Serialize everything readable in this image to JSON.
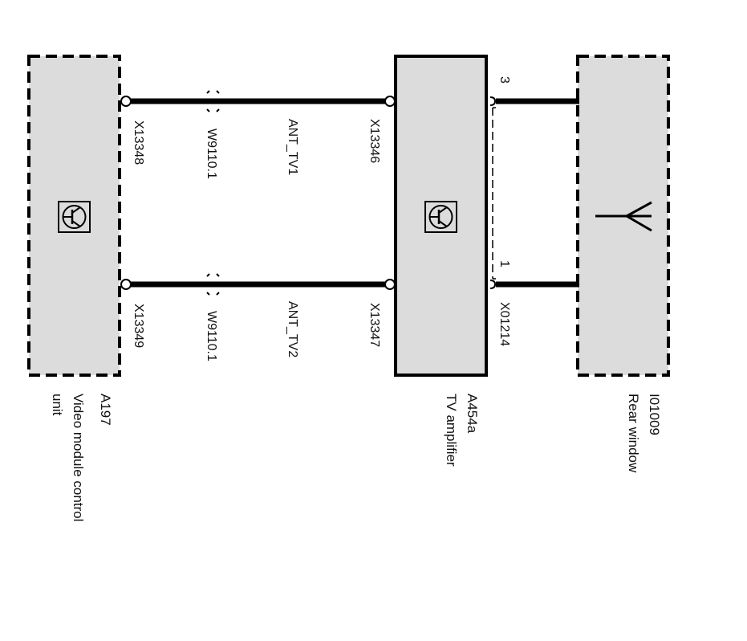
{
  "diagram": {
    "type": "wiring-diagram",
    "orientation": "rotated-90-clockwise",
    "colors": {
      "component_fill": "#dcdcdc",
      "line": "#000000",
      "background": "#ffffff"
    },
    "components": [
      {
        "id": "A197",
        "name": "Video module control unit",
        "name_line1": "Video module control",
        "name_line2": "unit",
        "border": "dashed",
        "icon": "transistor-icon"
      },
      {
        "id": "A454a",
        "name": "TV amplifier",
        "border": "solid",
        "icon": "transistor-icon"
      },
      {
        "id": "I01009",
        "name": "Rear window",
        "border": "dashed",
        "icon": "antenna-icon"
      }
    ],
    "wires": [
      {
        "signal": "ANT_TV1",
        "cable": "W9110.1",
        "from_connector": "X13348",
        "to_connector": "X13346"
      },
      {
        "signal": "ANT_TV2",
        "cable": "W9110.1",
        "from_connector": "X13349",
        "to_connector": "X13347"
      }
    ],
    "antenna_connector": {
      "id": "X01214",
      "pins": [
        "3",
        "1"
      ]
    }
  }
}
